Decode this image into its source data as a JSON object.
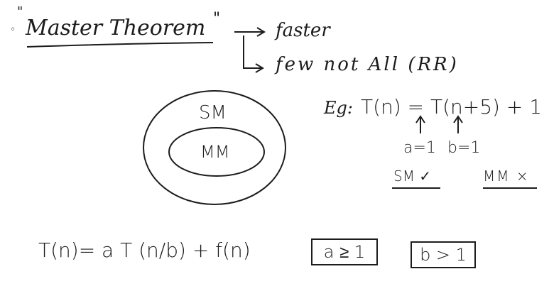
{
  "header": {
    "open_quote": "\"",
    "bullet": "◦",
    "title": "Master Theorem",
    "close_quote": "\"",
    "branch_1": "faster",
    "branch_2": "few not All (RR)"
  },
  "diagram": {
    "outer_label": "SM",
    "inner_label": "MM"
  },
  "example": {
    "prefix": "Eg:",
    "equation": "T(n) = T(n+5) + 1",
    "a_value": "a=1",
    "b_value": "b=1",
    "sm_result": "SM ✓",
    "mm_result": "MM ×"
  },
  "formula": {
    "lhs": "T(n)= a T (n/b) + f(n)",
    "condition_a": "a ≥ 1",
    "condition_b": "b > 1"
  }
}
